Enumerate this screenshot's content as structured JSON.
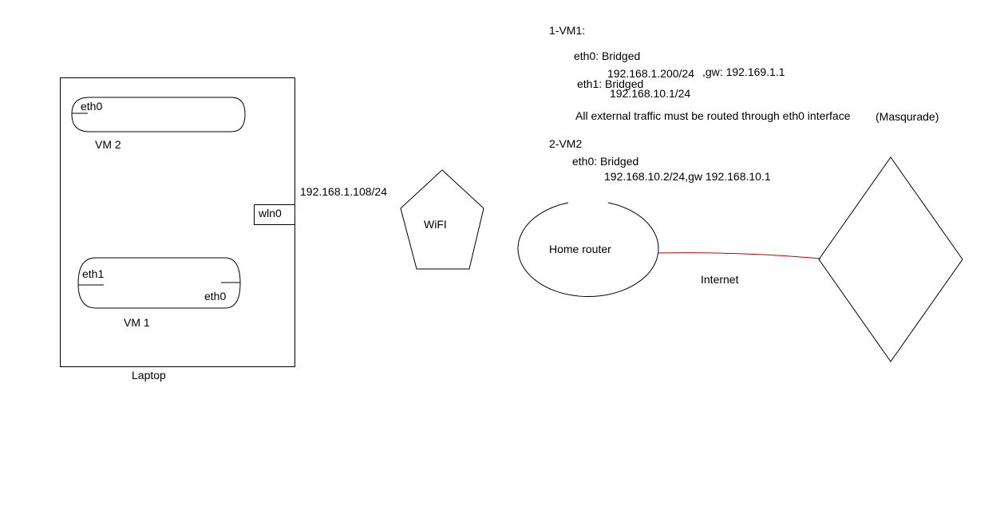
{
  "diagram": {
    "laptop": {
      "label": "Laptop"
    },
    "vm2": {
      "label": "VM 2",
      "port_eth0": "eth0"
    },
    "vm1": {
      "label": "VM  1",
      "port_eth1": "eth1",
      "port_eth0": "eth0"
    },
    "wln0": {
      "label": "wln0"
    },
    "laptop_ip": "192.168.1.108/24",
    "wifi": {
      "label": "WiFI"
    },
    "home_router": {
      "label": "Home router"
    },
    "internet": {
      "label": "Internet"
    },
    "notes": {
      "vm1_heading": "1-VM1:",
      "vm1_eth0": "eth0: Bridged",
      "vm1_eth0_ip": "192.168.1.200/24",
      "vm1_eth0_gw": ",gw: 192.169.1.1",
      "vm1_eth1": "eth1: Bridged",
      "vm1_eth1_ip": "192.168.10.1/24",
      "routing_note": "All external traffic must be routed through eth0 interface",
      "masquerade": "(Masqurade)",
      "vm2_heading": "2-VM2",
      "vm2_eth0": "eth0: Bridged",
      "vm2_eth0_ip": "192.168.10.2/24,gw 192.168.10.1"
    },
    "colors": {
      "line": "#000000",
      "internet_link": "#cc0000",
      "background": "#ffffff"
    }
  }
}
